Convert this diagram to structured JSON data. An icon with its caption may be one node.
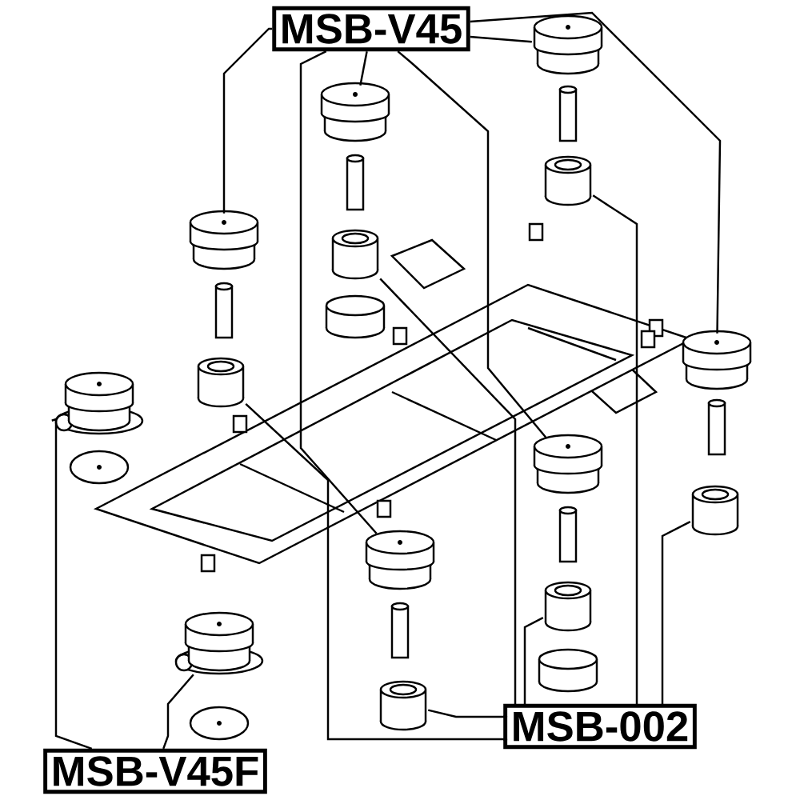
{
  "diagram": {
    "nodes": [
      {
        "text": [
          "MSB-V45"
        ]
      },
      {
        "text": [
          "MSB-V45F"
        ]
      },
      {
        "text": [
          "MSB-002"
        ]
      },
      {
        "text": [],
        "shape": "mount"
      },
      {
        "text": [],
        "shape": "cushion"
      },
      {
        "text": [],
        "shape": "bushing"
      },
      {
        "text": [],
        "shape": "mount"
      },
      {
        "text": [],
        "shape": "cushion"
      },
      {
        "text": [],
        "shape": "bushing"
      },
      {
        "text": [],
        "shape": "cushion"
      },
      {
        "text": [],
        "shape": "bushing"
      },
      {
        "text": [],
        "shape": "cushion"
      },
      {
        "text": [],
        "shape": "bushing"
      },
      {
        "text": [],
        "shape": "cushion"
      },
      {
        "text": [],
        "shape": "bushing"
      },
      {
        "text": [],
        "shape": "cushion"
      },
      {
        "text": [],
        "shape": "bushing"
      }
    ],
    "edges": [
      {
        "from": 0,
        "to": 4,
        "arrow": "none"
      },
      {
        "from": 0,
        "to": 7,
        "arrow": "none"
      },
      {
        "from": 0,
        "to": 9,
        "arrow": "none"
      },
      {
        "from": 0,
        "to": 15,
        "arrow": "none"
      },
      {
        "from": 0,
        "to": 13,
        "arrow": "none"
      },
      {
        "from": 0,
        "to": 11,
        "arrow": "none"
      },
      {
        "from": 2,
        "to": 5,
        "arrow": "none"
      },
      {
        "from": 2,
        "to": 12,
        "arrow": "none"
      },
      {
        "from": 2,
        "to": 14,
        "arrow": "none"
      },
      {
        "from": 2,
        "to": 8,
        "arrow": "none"
      },
      {
        "from": 2,
        "to": 10,
        "arrow": "none"
      },
      {
        "from": 2,
        "to": 16,
        "arrow": "none"
      },
      {
        "from": 1,
        "to": 3,
        "arrow": "none"
      },
      {
        "from": 1,
        "to": 6,
        "arrow": "none"
      }
    ]
  }
}
